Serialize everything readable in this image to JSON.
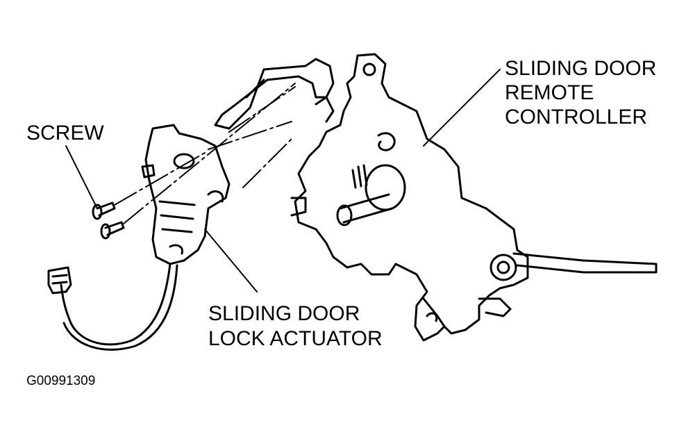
{
  "labels": {
    "screw": "SCREW",
    "remote_controller": [
      "SLIDING DOOR",
      "REMOTE",
      "CONTROLLER"
    ],
    "lock_actuator": [
      "SLIDING DOOR",
      "LOCK ACTUATOR"
    ]
  },
  "figure_id": "G00991309",
  "colors": {
    "ink": "#000000",
    "background": "#ffffff"
  }
}
